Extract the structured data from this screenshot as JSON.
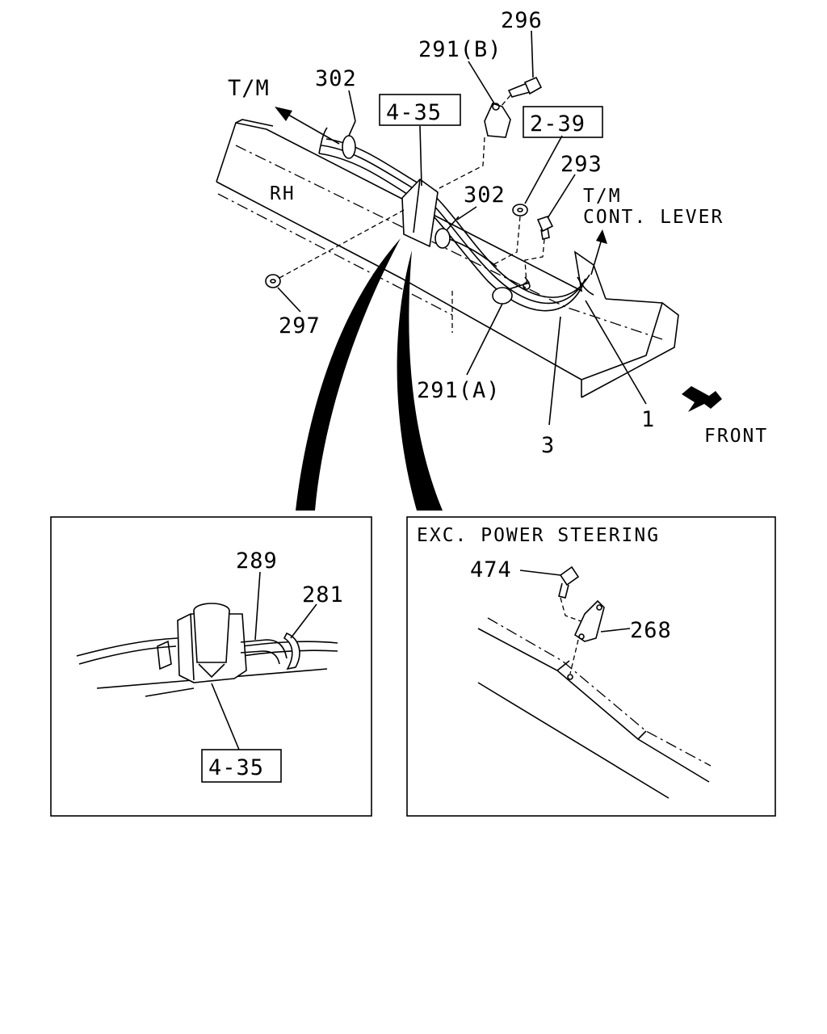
{
  "main": {
    "tm_arrow_label": "T/M",
    "rh_label": "RH",
    "cont_lever_label_1": "T/M",
    "cont_lever_label_2": "CONT. LEVER",
    "front_label": "FRONT",
    "callouts": {
      "c296": "296",
      "c291b": "291(B)",
      "c302a": "302",
      "c435": "4-35",
      "c239": "2-39",
      "c293": "293",
      "c302b": "302",
      "c297": "297",
      "c291a": "291(A)",
      "c3": "3",
      "c1": "1"
    }
  },
  "detail_left": {
    "callouts": {
      "c289": "289",
      "c281": "281",
      "c435": "4-35"
    }
  },
  "detail_right": {
    "title": "EXC. POWER STEERING",
    "callouts": {
      "c474": "474",
      "c268": "268"
    }
  }
}
